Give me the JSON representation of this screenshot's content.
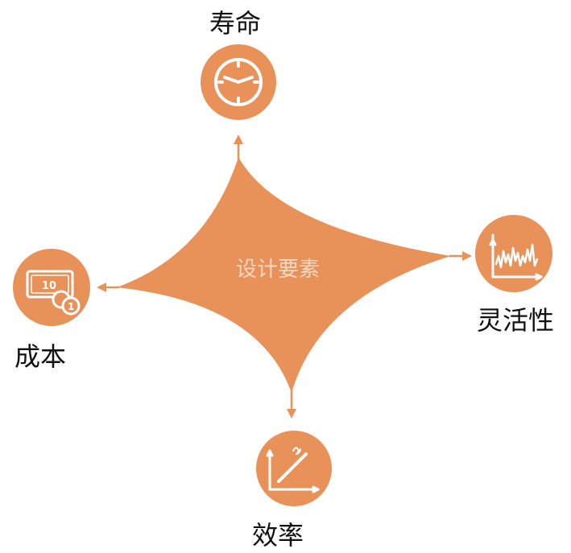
{
  "diagram": {
    "center_label": "设计要素",
    "nodes": [
      {
        "id": "lifespan",
        "label": "寿命",
        "icon": "clock-icon"
      },
      {
        "id": "flexibility",
        "label": "灵活性",
        "icon": "waveform-chart-icon"
      },
      {
        "id": "efficiency",
        "label": "效率",
        "icon": "trend-line-chart-icon"
      },
      {
        "id": "cost",
        "label": "成本",
        "icon": "money-coins-icon"
      }
    ],
    "colors": {
      "accent": "#E8925A",
      "icon_stroke": "#FFFFFF",
      "text": "#111111",
      "center_text": "#F6D7BF"
    }
  }
}
